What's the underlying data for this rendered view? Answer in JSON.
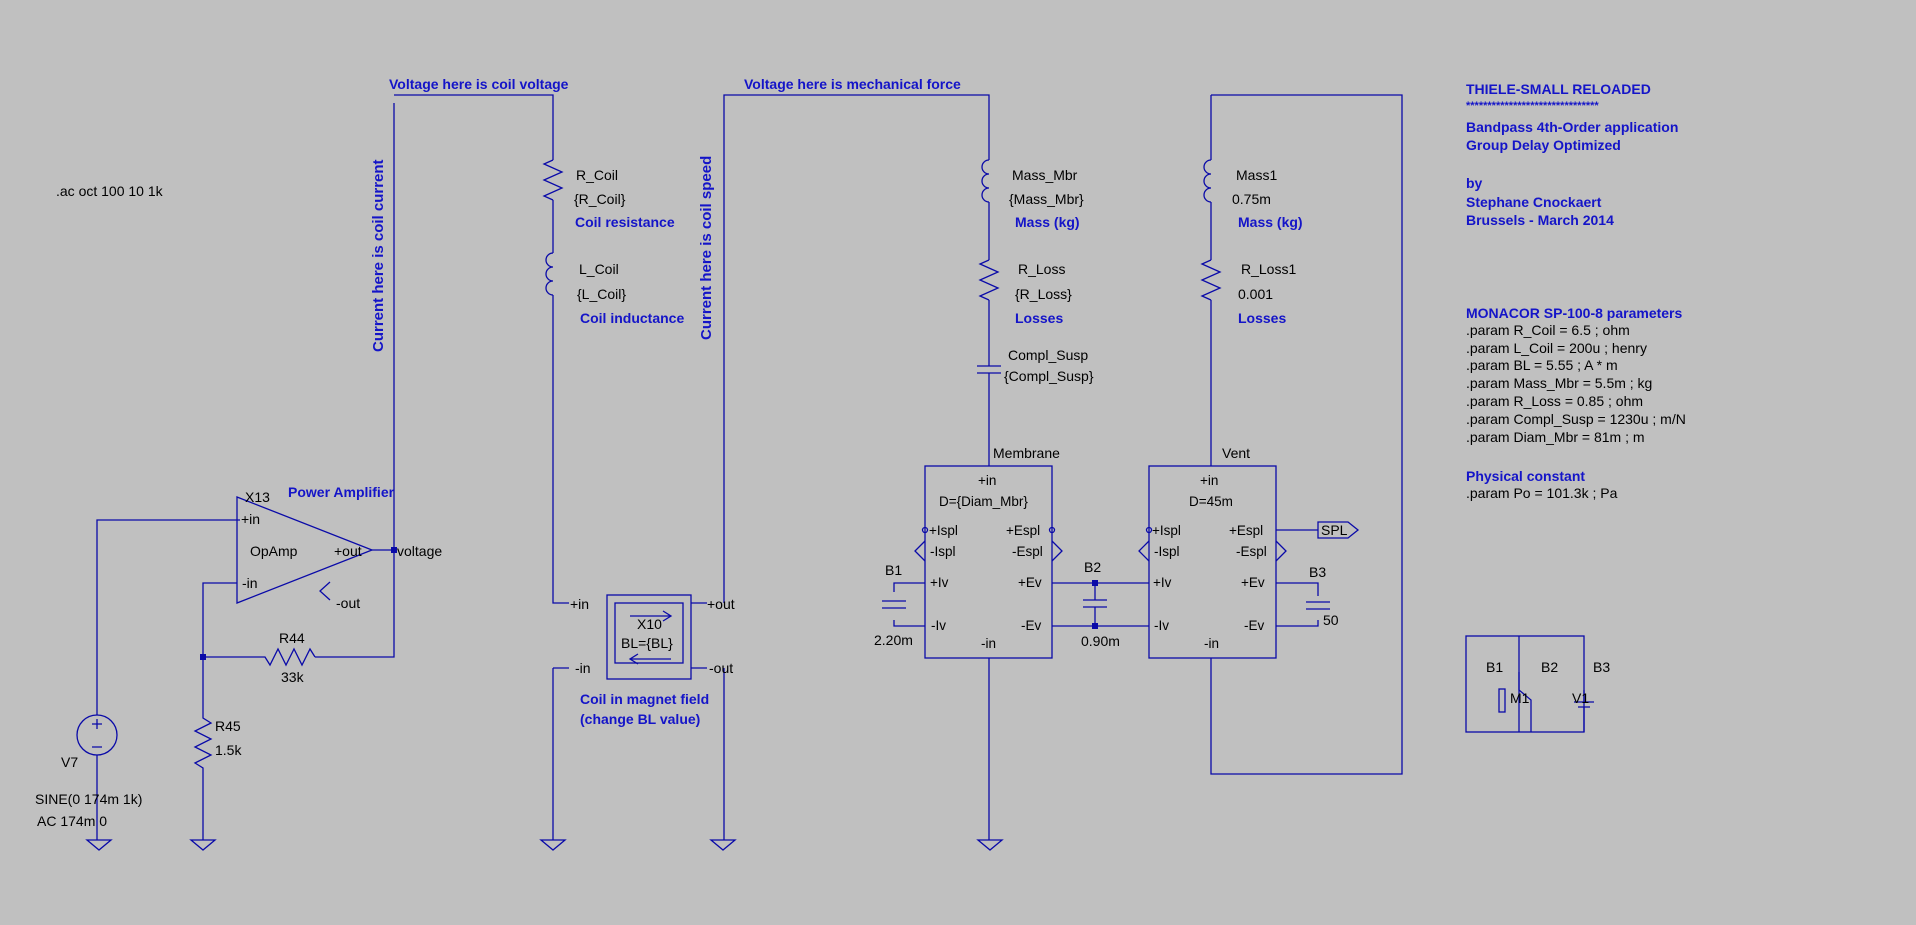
{
  "sim_directive": ".ac oct 100 10 1k",
  "notes": {
    "coil_voltage": "Voltage here is coil voltage",
    "mech_force": "Voltage here is mechanical force",
    "coil_current": "Current here is coil current",
    "coil_speed": "Current here is coil speed",
    "power_amplifier": "Power Amplifier",
    "coil_in_field_1": "Coil in magnet field",
    "coil_in_field_2": "(change BL value)"
  },
  "components": {
    "r_coil": {
      "name": "R_Coil",
      "value": "{R_Coil}",
      "note": "Coil resistance"
    },
    "l_coil": {
      "name": "L_Coil",
      "value": "{L_Coil}",
      "note": "Coil inductance"
    },
    "mass_mbr": {
      "name": "Mass_Mbr",
      "value": "{Mass_Mbr}",
      "note": "Mass (kg)"
    },
    "r_loss": {
      "name": "R_Loss",
      "value": "{R_Loss}",
      "note": "Losses"
    },
    "compl_susp": {
      "name": "Compl_Susp",
      "value": "{Compl_Susp}"
    },
    "mass1": {
      "name": "Mass1",
      "value": "0.75m",
      "note": "Mass (kg)"
    },
    "r_loss1": {
      "name": "R_Loss1",
      "value": "0.001",
      "note": "Losses"
    },
    "x13": {
      "name": "X13",
      "type": "OpAmp",
      "pin_pin": "+in",
      "pin_nin": "-in",
      "pin_out": "+out",
      "pin_nout": "-out"
    },
    "net_voltage": "voltage",
    "r44": {
      "name": "R44",
      "value": "33k"
    },
    "r45": {
      "name": "R45",
      "value": "1.5k"
    },
    "v7": {
      "name": "V7",
      "value1": "SINE(0 174m 1k)",
      "value2": "AC 174m 0"
    },
    "x10": {
      "name": "X10",
      "value": "BL={BL}",
      "pin_pin": "+in",
      "pin_nin": "-in",
      "pin_out": "+out",
      "pin_nout": "-out"
    },
    "membrane": {
      "label": "Membrane",
      "param": "D={Diam_Mbr}"
    },
    "vent": {
      "label": "Vent",
      "param": "D=45m"
    },
    "pins": {
      "in_p": "+in",
      "in_n": "-in",
      "ispl_p": "+Ispl",
      "ispl_n": "-Ispl",
      "espl_p": "+Espl",
      "espl_n": "-Espl",
      "iv_p": "+Iv",
      "iv_n": "-Iv",
      "ev_p": "+Ev",
      "ev_n": "-Ev"
    },
    "b1": {
      "name": "B1",
      "value": "2.20m"
    },
    "b2": {
      "name": "B2",
      "value": "0.90m"
    },
    "b3": {
      "name": "B3",
      "value": "50"
    },
    "spl": "SPL"
  },
  "info": {
    "title": "THIELE-SMALL RELOADED",
    "stars": "*******************************",
    "line1": "Bandpass 4th-Order application",
    "line2": "Group Delay Optimized",
    "by": "by",
    "author": "Stephane Cnockaert",
    "place": "Brussels - March 2014",
    "params_title": "MONACOR SP-100-8 parameters",
    "params": [
      ".param R_Coil = 6.5 ; ohm",
      ".param L_Coil = 200u ; henry",
      ".param BL = 5.55 ; A * m",
      ".param Mass_Mbr = 5.5m ; kg",
      ".param R_Loss = 0.85 ; ohm",
      ".param Compl_Susp = 1230u ; m/N",
      ".param Diam_Mbr = 81m ; m"
    ],
    "phys_title": "Physical constant",
    "phys_param": ".param Po = 101.3k ; Pa"
  },
  "legend": {
    "b1": "B1",
    "b2": "B2",
    "b3": "B3",
    "m1": "M1",
    "v1": "V1"
  }
}
